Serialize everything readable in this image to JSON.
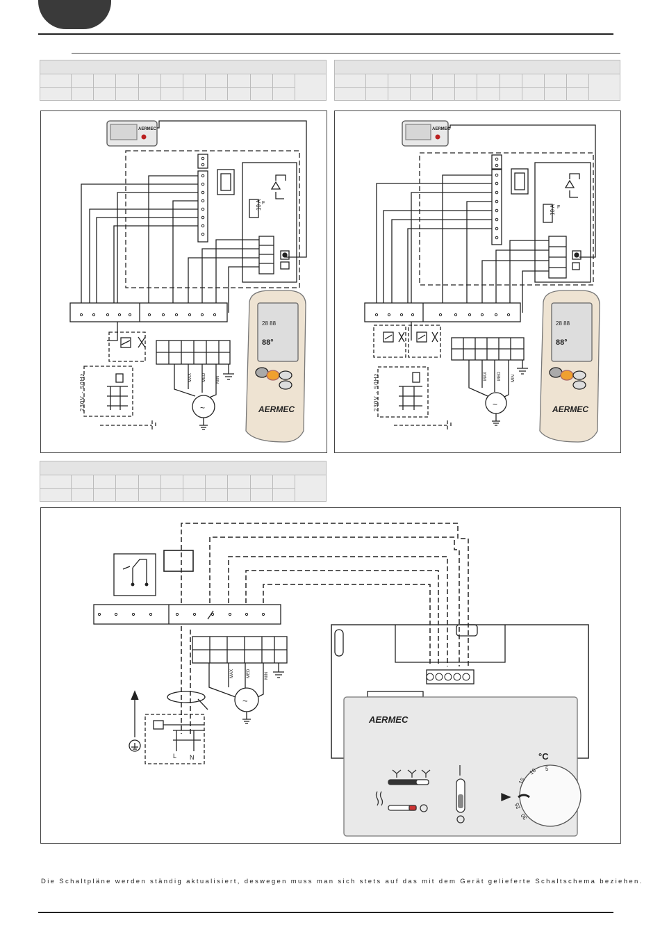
{
  "footer": {
    "note": "Die Schaltpläne werden ständig aktualisiert, deswegen muss man sich stets auf das mit dem Gerät gelieferte Schaltschema beziehen."
  },
  "diagram_left": {
    "brand": "AERMEC",
    "voltage": "230V - 50Hz",
    "fuse": "10 A",
    "fuse_tag": "F",
    "speed_max": "MAX",
    "speed_med": "MED",
    "speed_min": "MIN",
    "lcd_top": "28 88",
    "lcd_big": "88°"
  },
  "diagram_right": {
    "brand": "AERMEC",
    "voltage": "230V - 50Hz",
    "fuse": "10 A",
    "fuse_tag": "F",
    "speed_max": "MAX",
    "speed_med": "MED",
    "speed_min": "MIN",
    "lcd_top": "28 88",
    "lcd_big": "88°"
  },
  "diagram_bottom": {
    "brand": "AERMEC",
    "speed_max": "MAX",
    "speed_med": "MED",
    "speed_min": "MIN",
    "line": "L",
    "neutral": "N",
    "temp_unit": "°C",
    "dial_5": "5",
    "dial_10": "10",
    "dial_15": "15",
    "dial_25": "25",
    "dial_30": "30"
  },
  "colors": {
    "line": "#222222",
    "remote_body": "#eee3d2",
    "remote_button": "#f0a030",
    "thermostat_panel": "#e9e9e9"
  }
}
